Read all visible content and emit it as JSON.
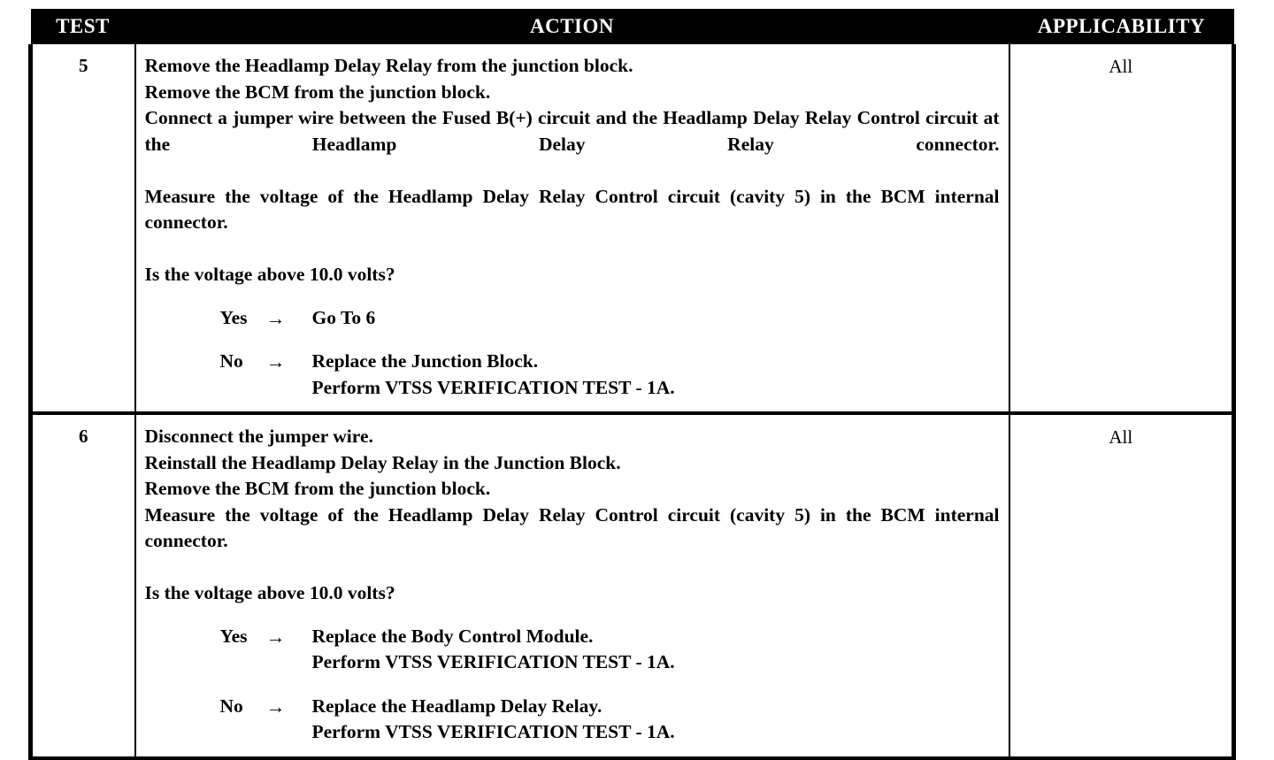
{
  "table": {
    "columns": {
      "test": "TEST",
      "action": "ACTION",
      "applicability": "APPLICABILITY"
    },
    "rows": [
      {
        "test": "5",
        "applicability": "All",
        "steps": [
          "Remove the Headlamp Delay Relay from the junction block.",
          "Remove the BCM from the junction block.",
          "Connect a jumper wire between the Fused B(+) circuit and the Headlamp Delay Relay Control circuit at the Headlamp Delay Relay connector.",
          "Measure the voltage of the Headlamp Delay Relay Control circuit (cavity 5) in the BCM internal connector.",
          "Is the voltage above 10.0 volts?"
        ],
        "branches": [
          {
            "label": "Yes",
            "arrow": "→",
            "results": [
              "Go To   6"
            ]
          },
          {
            "label": "No",
            "arrow": "→",
            "results": [
              "Replace the Junction Block.",
              "Perform VTSS VERIFICATION TEST - 1A."
            ]
          }
        ]
      },
      {
        "test": "6",
        "applicability": "All",
        "steps": [
          "Disconnect the jumper wire.",
          "Reinstall the Headlamp Delay Relay in the Junction Block.",
          "Remove the BCM from the junction block.",
          "Measure the voltage of the Headlamp Delay Relay Control circuit (cavity 5) in the BCM internal connector.",
          "Is the voltage above 10.0 volts?"
        ],
        "branches": [
          {
            "label": "Yes",
            "arrow": "→",
            "results": [
              "Replace the Body Control Module.",
              "Perform VTSS VERIFICATION TEST - 1A."
            ]
          },
          {
            "label": "No",
            "arrow": "→",
            "results": [
              "Replace the Headlamp Delay Relay.",
              "Perform VTSS VERIFICATION TEST - 1A."
            ]
          }
        ]
      }
    ]
  },
  "colors": {
    "header_background": "#000000",
    "header_text": "#ffffff",
    "body_text": "#000000",
    "page_background": "#ffffff",
    "border": "#000000"
  }
}
